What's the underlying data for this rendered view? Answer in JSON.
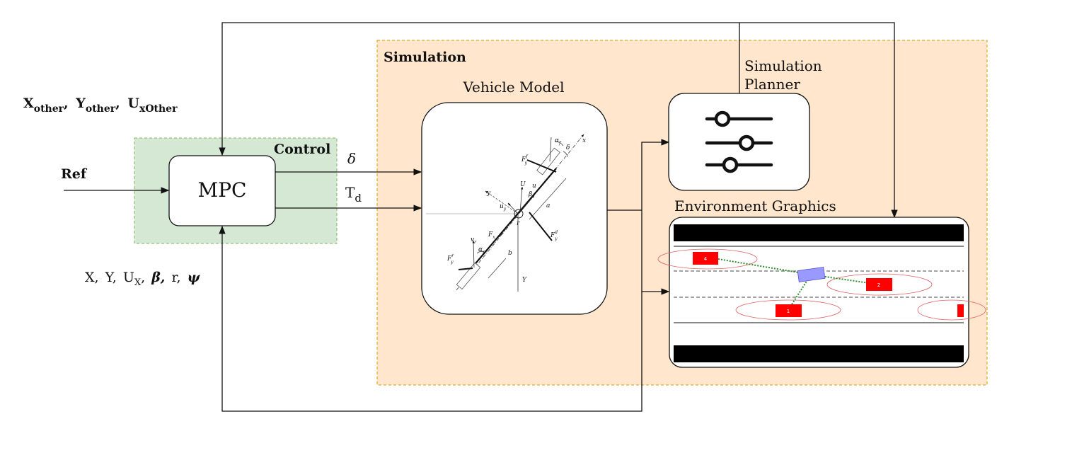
{
  "labels": {
    "other_vehicles": {
      "x": "X",
      "x_sub": "other",
      "y": "Y",
      "y_sub": "other",
      "ux": "U",
      "ux_sub": "xOther"
    },
    "ref": "Ref",
    "control": "Control",
    "mpc": "MPC",
    "delta": "δ",
    "td": "T",
    "td_sub": "d",
    "simulation": "Simulation",
    "vehicle_model": "Vehicle Model",
    "simulation_planner_line1": "Simulation",
    "simulation_planner_line2": "Planner",
    "environment_graphics": "Environment Graphics",
    "state_feedback": {
      "x": "X,",
      "y": "Y,",
      "u": "U",
      "u_sub": "X",
      "beta": "β,",
      "r": "r,",
      "psi": "ψ"
    },
    "sep": ","
  },
  "vehicle_diagram": {
    "alpha_f": "α",
    "alpha_f_sub": "f",
    "delta": "δ",
    "x_axis": "x",
    "y_axis": "y",
    "fyf": "F",
    "fyf_sup": "f",
    "fyf_sub": "y",
    "u": "U",
    "ux": "u",
    "beta": "β",
    "uy": "u",
    "uy_sub": "y",
    "a": "a",
    "r": "r",
    "fx": "F",
    "fx_sub": "x",
    "vr": "v",
    "vr_sub": "r",
    "alpha_r": "α",
    "alpha_r_sub": "r",
    "fyr": "F",
    "fyr_sup": "r",
    "fyr_sub": "y",
    "b": "b",
    "Y": "Y",
    "fyd": "F",
    "fyd_sup": "d",
    "fyd_sub": "y"
  },
  "environment": {
    "cars": [
      "4",
      "2",
      "1"
    ]
  },
  "colors": {
    "control_fill": "#d5e8d4",
    "control_border": "#82b366",
    "simulation_fill": "#ffe6cc",
    "simulation_border": "#d79b00",
    "obstacle_red": "#ff0000",
    "ego_blue": "#9999ff",
    "link_green": "#2e8b2e"
  },
  "icons": [
    "sliders-icon"
  ]
}
